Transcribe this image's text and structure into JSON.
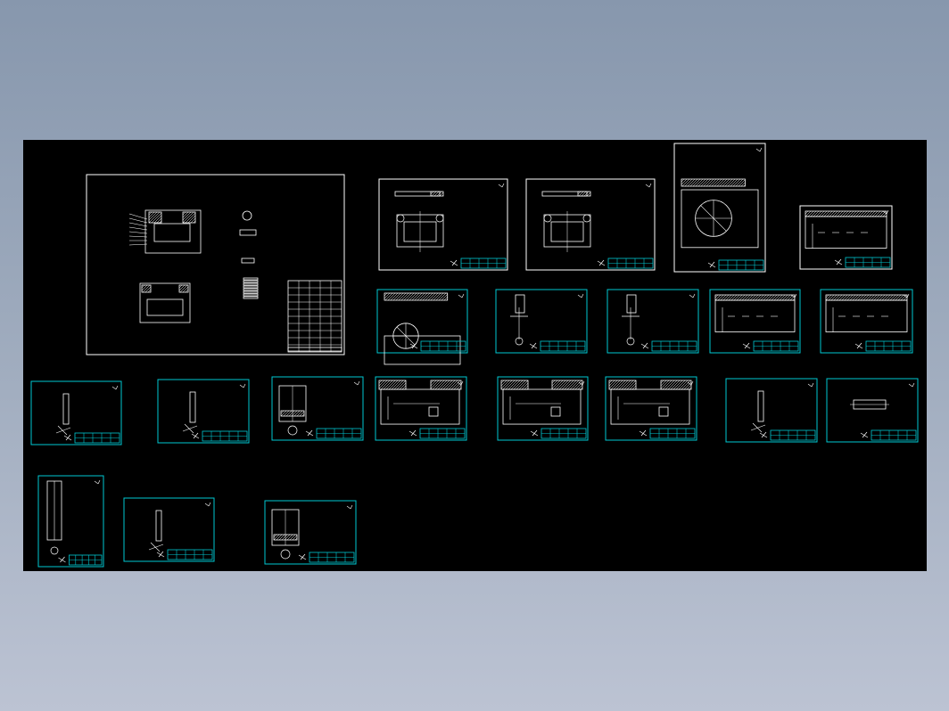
{
  "viewport": {
    "background_colors": [
      "#8797ad",
      "#bcc3d3"
    ],
    "canvas_color": "#000000"
  },
  "colors": {
    "sheet_border": "#ffffff",
    "title_block": "#00c8d2",
    "geometry": "#ffffff",
    "hatch": "#ffffff"
  },
  "drawing_sheets": [
    {
      "kind": "assembly",
      "border": "white"
    },
    {
      "kind": "part",
      "border": "white"
    },
    {
      "kind": "part",
      "border": "white"
    },
    {
      "kind": "part",
      "border": "white"
    },
    {
      "kind": "part",
      "border": "white"
    },
    {
      "kind": "part",
      "border": "cyan"
    },
    {
      "kind": "part",
      "border": "cyan"
    },
    {
      "kind": "part",
      "border": "cyan"
    },
    {
      "kind": "part",
      "border": "cyan"
    },
    {
      "kind": "part",
      "border": "cyan"
    },
    {
      "kind": "part",
      "border": "cyan"
    },
    {
      "kind": "part",
      "border": "cyan"
    },
    {
      "kind": "part",
      "border": "cyan"
    },
    {
      "kind": "part",
      "border": "cyan"
    },
    {
      "kind": "part",
      "border": "cyan"
    },
    {
      "kind": "part",
      "border": "cyan"
    },
    {
      "kind": "part",
      "border": "cyan"
    },
    {
      "kind": "part",
      "border": "cyan"
    },
    {
      "kind": "part",
      "border": "cyan"
    },
    {
      "kind": "part",
      "border": "cyan"
    },
    {
      "kind": "part",
      "border": "cyan"
    },
    {
      "kind": "part",
      "border": "cyan"
    },
    {
      "kind": "part",
      "border": "cyan"
    }
  ]
}
